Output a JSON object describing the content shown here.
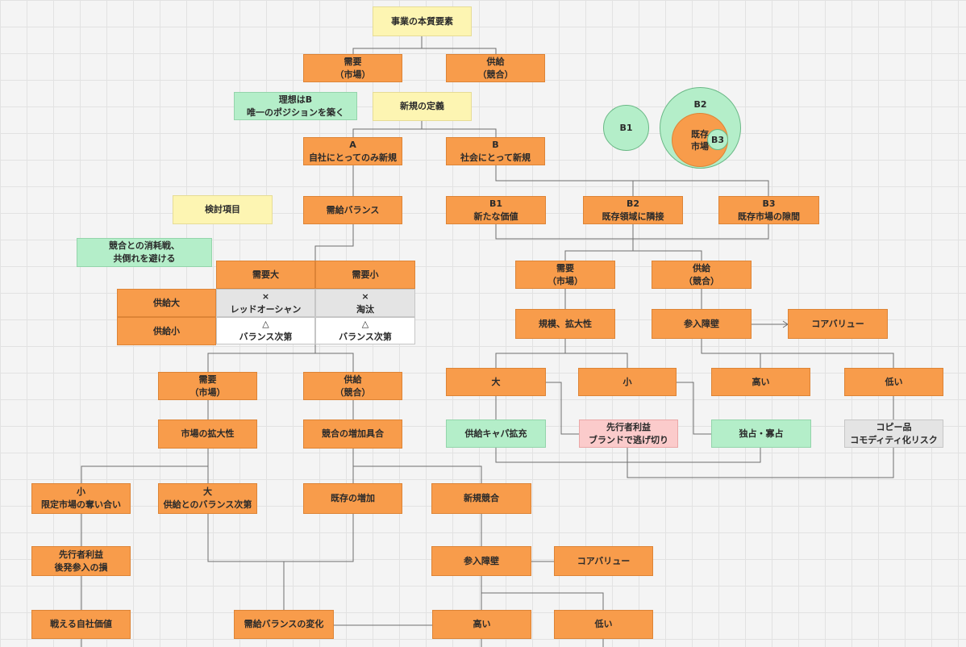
{
  "colors": {
    "orange": "#f89c4b",
    "yellow": "#fdf5b2",
    "green": "#b4eec9",
    "pink": "#fbcbcb",
    "grey": "#e4e4e4",
    "white": "#ffffff",
    "connector": "#6e6e6e"
  },
  "header": {
    "root": "事業の本質要素",
    "demand": "需要\n（市場）",
    "supply": "供給\n（競合）",
    "ideal_note": "理想はB\n唯一のポジションを築く",
    "new_definition": "新規の定義",
    "branch_a": "A\n自社にとってのみ新規",
    "branch_b": "B\n社会にとって新規"
  },
  "venn": {
    "b1": "B1",
    "b2": "B2",
    "existing_market": "既存\n市場",
    "b3": "B3"
  },
  "left": {
    "review_items": "検討項目",
    "supply_demand_balance": "需給バランス",
    "war_note": "競合との消耗戦、\n共倒れを避ける",
    "matrix": {
      "col_high": "需要大",
      "col_low": "需要小",
      "row_high": "供給大",
      "row_low": "供給小",
      "cell_hh": "×\nレッドオーシャン",
      "cell_hl": "×\n淘汰",
      "cell_lh": "△\nバランス次第",
      "cell_ll": "△\nバランス次第"
    },
    "demand": "需要\n（市場）",
    "supply": "供給\n（競合）",
    "market_expansion": "市場の拡大性",
    "competition_increase": "競合の増加具合",
    "small": "小\n限定市場の奪い合い",
    "large": "大\n供給とのバランス次第",
    "existing_increase": "既存の増加",
    "new_competition": "新規競合",
    "first_mover": "先行者利益\n後発参入の損",
    "own_value": "戦える自社価値",
    "balance_change": "需給バランスの変化",
    "entry_barrier": "参入障壁",
    "core_value": "コアバリュー",
    "high": "高い",
    "low": "低い"
  },
  "right": {
    "b1": "B1\n新たな価値",
    "b2": "B2\n既存領域に隣接",
    "b3": "B3\n既存市場の隙間",
    "demand": "需要\n（市場）",
    "supply": "供給\n（競合）",
    "scale": "規模、拡大性",
    "entry_barrier": "参入障壁",
    "core_value": "コアバリュー",
    "large": "大",
    "small": "小",
    "high": "高い",
    "low": "低い",
    "capacity": "供給キャパ拡充",
    "first_mover": "先行者利益\nブランドで逃げ切り",
    "monopoly": "独占・寡占",
    "copy": "コピー品\nコモディティ化リスク"
  }
}
